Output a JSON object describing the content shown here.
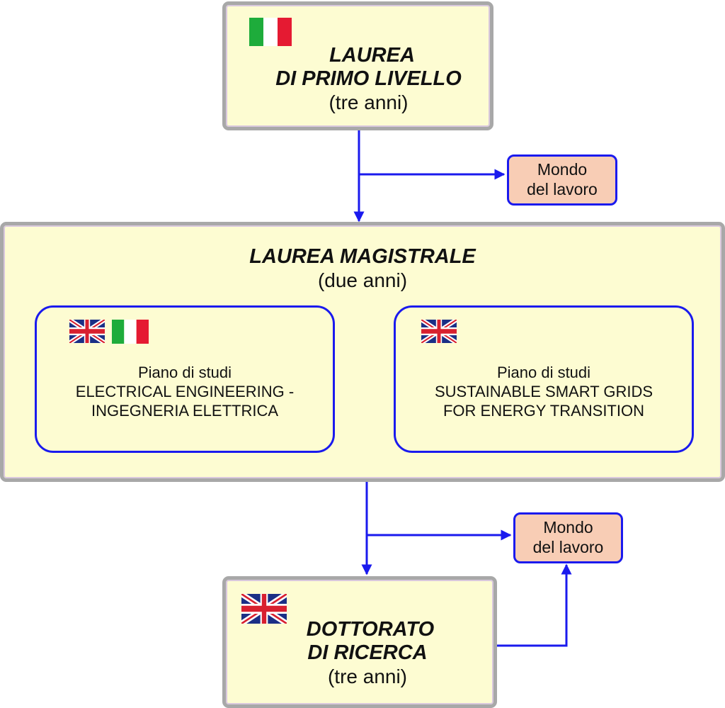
{
  "colors": {
    "box_fill": "#fdfcd2",
    "box_border": "#a8a8a8",
    "accent_blue": "#1a1aee",
    "exit_fill": "#f8cdb5",
    "flag_green": "#1eac3b",
    "flag_red": "#e51a32",
    "uk_blue": "#1b2f86",
    "uk_red": "#d8202f"
  },
  "laurea_primo": {
    "title_line1": "LAUREA",
    "title_line2": "DI PRIMO LIVELLO",
    "duration": "(tre anni)",
    "flags": [
      "italy-flag"
    ]
  },
  "exit_top": {
    "line1": "Mondo",
    "line2": "del lavoro"
  },
  "laurea_magistrale": {
    "title": "LAUREA MAGISTRALE",
    "duration": "(due anni)",
    "plans": [
      {
        "label": "Piano di studi",
        "name_line1": "ELECTRICAL ENGINEERING -",
        "name_line2": "INGEGNERIA ELETTRICA",
        "flags": [
          "uk-flag",
          "italy-flag"
        ]
      },
      {
        "label": "Piano di studi",
        "name_line1": "SUSTAINABLE SMART GRIDS",
        "name_line2": "FOR ENERGY TRANSITION",
        "flags": [
          "uk-flag"
        ]
      }
    ]
  },
  "exit_bottom": {
    "line1": "Mondo",
    "line2": "del lavoro"
  },
  "dottorato": {
    "title_line1": "DOTTORATO",
    "title_line2": "DI RICERCA",
    "duration": "(tre anni)",
    "flags": [
      "uk-flag"
    ]
  }
}
